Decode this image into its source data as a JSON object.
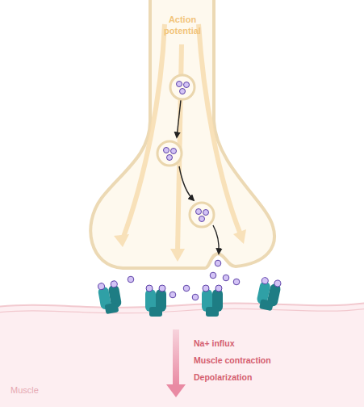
{
  "diagram": {
    "nodes": [
      {
        "text": [
          "Action potential"
        ]
      },
      {
        "text": [
          "Na+ influx",
          "Muscle contraction",
          "Depolarization",
          "Muscle"
        ]
      }
    ]
  }
}
